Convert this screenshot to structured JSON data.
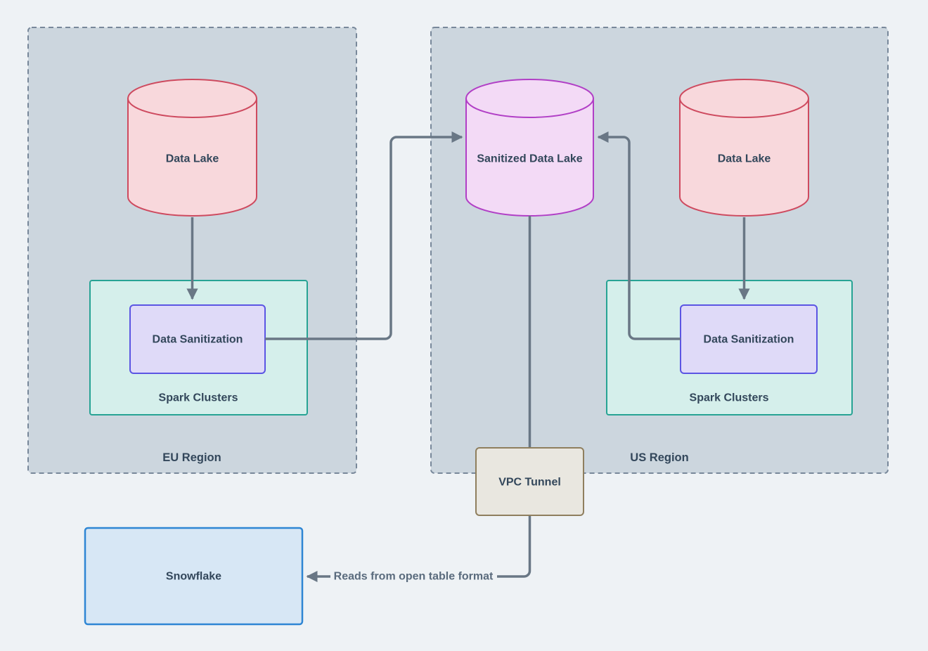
{
  "regions": {
    "eu": {
      "label": "EU Region"
    },
    "us": {
      "label": "US Region"
    }
  },
  "nodes": {
    "eu_data_lake": {
      "label": "Data Lake",
      "shape": "cylinder"
    },
    "eu_spark_clusters": {
      "label": "Spark Clusters",
      "shape": "container"
    },
    "eu_data_sanitization": {
      "label": "Data Sanitization",
      "shape": "rectangle"
    },
    "sanitized_data_lake": {
      "label": "Sanitized Data Lake",
      "shape": "cylinder"
    },
    "us_data_lake": {
      "label": "Data Lake",
      "shape": "cylinder"
    },
    "us_spark_clusters": {
      "label": "Spark Clusters",
      "shape": "container"
    },
    "us_data_sanitization": {
      "label": "Data Sanitization",
      "shape": "rectangle"
    },
    "vpc_tunnel": {
      "label": "VPC Tunnel",
      "shape": "rectangle"
    },
    "snowflake": {
      "label": "Snowflake",
      "shape": "rectangle"
    }
  },
  "edges": [
    {
      "from": "eu_data_lake",
      "to": "eu_data_sanitization",
      "label": ""
    },
    {
      "from": "eu_data_sanitization",
      "to": "sanitized_data_lake",
      "label": ""
    },
    {
      "from": "us_data_lake",
      "to": "us_data_sanitization",
      "label": ""
    },
    {
      "from": "us_data_sanitization",
      "to": "sanitized_data_lake",
      "label": ""
    },
    {
      "from": "sanitized_data_lake",
      "to": "vpc_tunnel",
      "label": ""
    },
    {
      "from": "vpc_tunnel",
      "to": "snowflake",
      "label": "Reads from open table format"
    }
  ],
  "colors": {
    "page_background": "#eef2f5",
    "region_fill": "#ccd6de",
    "region_border": "#78889a",
    "data_lake_fill": "#f8d8dc",
    "data_lake_border": "#ce4a5f",
    "sanitized_fill": "#f3daf6",
    "sanitized_border": "#b13fc6",
    "spark_fill": "#d5efeb",
    "spark_border": "#27a394",
    "sanitization_fill": "#dfdaf8",
    "sanitization_border": "#5b55e3",
    "vpc_fill": "#e9e7e0",
    "vpc_border": "#8f7f5e",
    "snowflake_fill": "#d7e7f5",
    "snowflake_border": "#2e86d4",
    "connector": "#697785",
    "node_text": "#33475b",
    "edge_label_text": "#5a6b7d"
  }
}
